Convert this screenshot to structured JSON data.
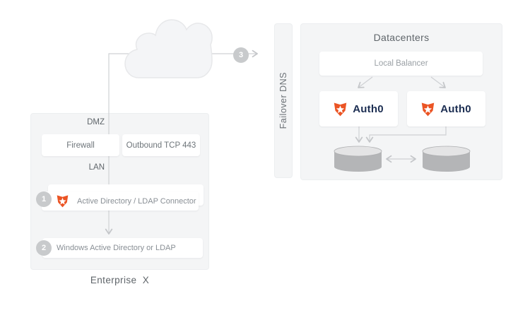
{
  "colors": {
    "brand_orange": "#eb5424",
    "brand_navy": "#1c2e52",
    "container_fill": "#f4f5f6",
    "line_gray": "#cfd1d4",
    "badge_gray": "#c8cacc",
    "cylinder_body": "#b4b5b7",
    "cylinder_top": "#e4e4e5"
  },
  "icons": {
    "cloud": "cloud-icon",
    "connector_logo": "auth0-shield-icon",
    "node_logo": "auth0-shield-icon",
    "database": "database-cylinder-icon"
  },
  "enterprise": {
    "title": "Enterprise  X",
    "dmz_label": "DMZ",
    "lan_label": "LAN",
    "firewall_label": "Firewall",
    "outbound_label": "Outbound TCP 443",
    "connector_step": "1",
    "connector_label": "Active Directory / LDAP Connector",
    "directory_step": "2",
    "directory_label": "Windows Active Directory or LDAP"
  },
  "route_step": "3",
  "failover_label": "Failover DNS",
  "datacenters": {
    "title": "Datacenters",
    "balancer_label": "Local Balancer",
    "nodes": [
      {
        "label": "Auth0"
      },
      {
        "label": "Auth0"
      }
    ]
  }
}
